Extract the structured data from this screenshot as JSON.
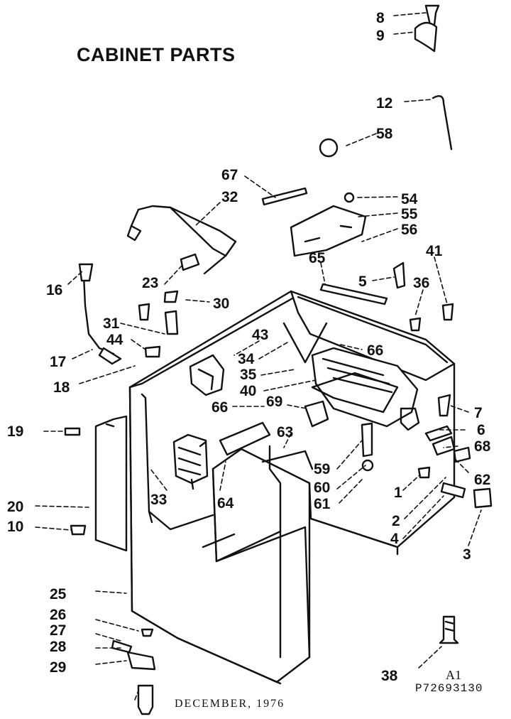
{
  "title": "CABINET PARTS",
  "footer": {
    "date": "DECEMBER, 1976",
    "code_line1": "A1",
    "code_line2": "P72693130"
  },
  "line_color": "#111111",
  "callouts": [
    {
      "id": "8",
      "label": "8"
    },
    {
      "id": "9",
      "label": "9"
    },
    {
      "id": "12",
      "label": "12"
    },
    {
      "id": "58",
      "label": "58"
    },
    {
      "id": "67",
      "label": "67"
    },
    {
      "id": "32",
      "label": "32"
    },
    {
      "id": "54",
      "label": "54"
    },
    {
      "id": "55",
      "label": "55"
    },
    {
      "id": "56",
      "label": "56"
    },
    {
      "id": "65",
      "label": "65"
    },
    {
      "id": "41",
      "label": "41"
    },
    {
      "id": "5",
      "label": "5"
    },
    {
      "id": "36",
      "label": "36"
    },
    {
      "id": "16",
      "label": "16"
    },
    {
      "id": "23",
      "label": "23"
    },
    {
      "id": "30",
      "label": "30"
    },
    {
      "id": "31",
      "label": "31"
    },
    {
      "id": "44",
      "label": "44"
    },
    {
      "id": "43",
      "label": "43"
    },
    {
      "id": "34",
      "label": "34"
    },
    {
      "id": "35",
      "label": "35"
    },
    {
      "id": "66a",
      "label": "66"
    },
    {
      "id": "17",
      "label": "17"
    },
    {
      "id": "18",
      "label": "18"
    },
    {
      "id": "40",
      "label": "40"
    },
    {
      "id": "66b",
      "label": "66"
    },
    {
      "id": "69",
      "label": "69"
    },
    {
      "id": "7",
      "label": "7"
    },
    {
      "id": "6",
      "label": "6"
    },
    {
      "id": "68",
      "label": "68"
    },
    {
      "id": "19",
      "label": "19"
    },
    {
      "id": "63",
      "label": "63"
    },
    {
      "id": "59",
      "label": "59"
    },
    {
      "id": "60",
      "label": "60"
    },
    {
      "id": "61",
      "label": "61"
    },
    {
      "id": "62",
      "label": "62"
    },
    {
      "id": "33",
      "label": "33"
    },
    {
      "id": "64",
      "label": "64"
    },
    {
      "id": "20",
      "label": "20"
    },
    {
      "id": "1",
      "label": "1"
    },
    {
      "id": "2",
      "label": "2"
    },
    {
      "id": "4",
      "label": "4"
    },
    {
      "id": "10",
      "label": "10"
    },
    {
      "id": "3",
      "label": "3"
    },
    {
      "id": "25",
      "label": "25"
    },
    {
      "id": "26",
      "label": "26"
    },
    {
      "id": "27",
      "label": "27"
    },
    {
      "id": "28",
      "label": "28"
    },
    {
      "id": "29",
      "label": "29"
    },
    {
      "id": "38",
      "label": "38"
    }
  ]
}
